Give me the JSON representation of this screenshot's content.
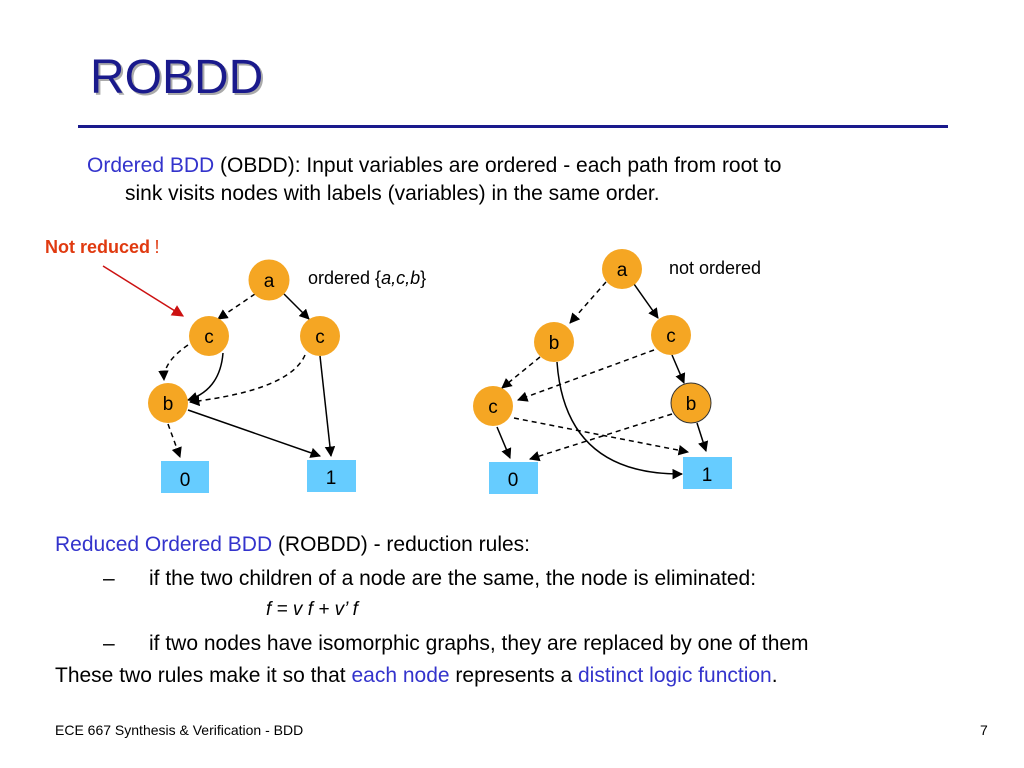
{
  "slide": {
    "title": "ROBDD",
    "intro": {
      "term": "Ordered BDD",
      "line1_rest": " (OBDD): Input variables are ordered - each path from root to",
      "line2": "sink visits nodes with labels (variables) in the same order."
    },
    "annotation": {
      "not_reduced": "Not reduced",
      "bang": "!"
    },
    "left_diagram": {
      "caption_prefix": "ordered {",
      "caption_vars": "a,c,b",
      "caption_suffix": "}",
      "nodes": {
        "a": "a",
        "c1": "c",
        "c2": "c",
        "b": "b",
        "zero": "0",
        "one": "1"
      }
    },
    "right_diagram": {
      "caption": "not ordered",
      "nodes": {
        "a": "a",
        "b1": "b",
        "c1": "c",
        "c2": "c",
        "b2": "b",
        "zero": "0",
        "one": "1"
      }
    },
    "rules": {
      "term": "Reduced Ordered BDD",
      "heading_rest": " (ROBDD) - reduction rules:",
      "dash": "–",
      "rule1": "if the two children of a node are the same, the node is eliminated:",
      "formula": "f = v f + v’ f",
      "rule2": "if two nodes have isomorphic graphs, they are replaced by one of them",
      "conclusion_start": "These two rules make it so that ",
      "conclusion_each": "each node",
      "conclusion_mid": " represents a ",
      "conclusion_distinct": "distinct logic function",
      "conclusion_end": "."
    },
    "footer": {
      "course": "ECE 667 Synthesis & Verification - BDD",
      "page": "7"
    },
    "colors": {
      "title": "#1a1a8c",
      "highlight": "#3333cc",
      "node_fill": "#f5a623",
      "terminal_fill": "#66ccff",
      "annotation": "#e03a10"
    }
  }
}
